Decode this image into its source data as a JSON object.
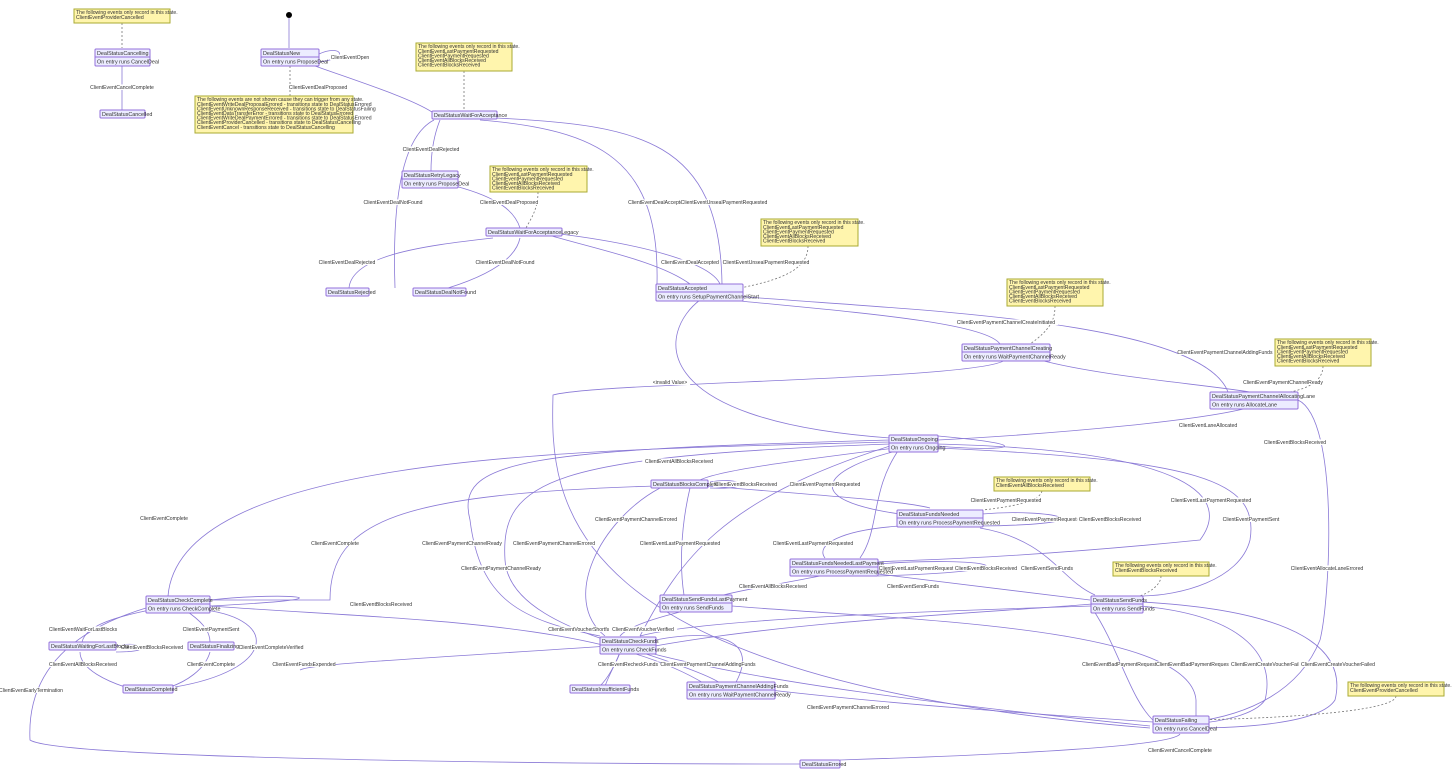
{
  "states": [
    {
      "id": "cancelling",
      "title": "DealStatusCancelling",
      "entry": "On entry runs CancelDeal"
    },
    {
      "id": "new",
      "title": "DealStatusNew",
      "entry": "On entry runs ProposeDeal"
    },
    {
      "id": "cancelled",
      "title": "DealStatusCancelled",
      "entry": ""
    },
    {
      "id": "wfa",
      "title": "DealStatusWaitForAcceptance",
      "entry": ""
    },
    {
      "id": "retry",
      "title": "DealStatusRetryLegacy",
      "entry": "On entry runs ProposeDeal"
    },
    {
      "id": "wfal",
      "title": "DealStatusWaitForAcceptanceLegacy",
      "entry": ""
    },
    {
      "id": "rejected",
      "title": "DealStatusRejected",
      "entry": ""
    },
    {
      "id": "notfound",
      "title": "DealStatusDealNotFound",
      "entry": ""
    },
    {
      "id": "accepted",
      "title": "DealStatusAccepted",
      "entry": "On entry runs SetupPaymentChannelStart"
    },
    {
      "id": "pccreating",
      "title": "DealStatusPaymentChannelCreating",
      "entry": "On entry runs WaitPaymentChannelReady"
    },
    {
      "id": "pcalloc",
      "title": "DealStatusPaymentChannelAllocatingLane",
      "entry": "On entry runs AllocateLane"
    },
    {
      "id": "ongoing",
      "title": "DealStatusOngoing",
      "entry": "On entry runs Ongoing"
    },
    {
      "id": "blockscomplete",
      "title": "DealStatusBlocksComplete",
      "entry": ""
    },
    {
      "id": "fundsneeded",
      "title": "DealStatusFundsNeeded",
      "entry": "On entry runs ProcessPaymentRequested"
    },
    {
      "id": "fundsneededlast",
      "title": "DealStatusFundsNeededLastPayment",
      "entry": "On entry runs ProcessPaymentRequested"
    },
    {
      "id": "sendfundslast",
      "title": "DealStatusSendFundsLastPayment",
      "entry": "On entry runs SendFunds"
    },
    {
      "id": "sendfunds",
      "title": "DealStatusSendFunds",
      "entry": "On entry runs SendFunds"
    },
    {
      "id": "checkcomplete",
      "title": "DealStatusCheckComplete",
      "entry": "On entry runs CheckComplete"
    },
    {
      "id": "waitinglast",
      "title": "DealStatusWaitingForLastBlocks",
      "entry": ""
    },
    {
      "id": "finalizing",
      "title": "DealStatusFinalizing",
      "entry": ""
    },
    {
      "id": "completed",
      "title": "DealStatusCompleted",
      "entry": ""
    },
    {
      "id": "checkfunds",
      "title": "DealStatusCheckFunds",
      "entry": "On entry runs CheckFunds"
    },
    {
      "id": "insufficient",
      "title": "DealStatusInsufficientFunds",
      "entry": ""
    },
    {
      "id": "pcadding",
      "title": "DealStatusPaymentChannelAddingFunds",
      "entry": "On entry runs WaitPaymentChannelReady"
    },
    {
      "id": "failing",
      "title": "DealStatusFailing",
      "entry": "On entry runs CancelDeal"
    },
    {
      "id": "errored",
      "title": "DealStatusErrored",
      "entry": ""
    }
  ],
  "notes": [
    {
      "id": "n-cancelling",
      "lines": [
        "The following events only record in this state.",
        "ClientEventProviderCancelled"
      ]
    },
    {
      "id": "n-wfa",
      "lines": [
        "The following events only record in this state.",
        "ClientEventLastPaymentRequested",
        "ClientEventPaymentRequested",
        "ClientEventAllBlocksReceived",
        "ClientEventBlocksReceived"
      ]
    },
    {
      "id": "n-new",
      "lines": [
        "The following events are not shown cause they can trigger from any state.",
        "ClientEventWriteDealProposalErrored - transitions state to DealStatusErrored",
        "ClientEventUnknownResponseReceived - transitions state to DealStatusFailing",
        "ClientEventDataTransferError - transitions state to DealStatusErrored",
        "ClientEventWriteDealPaymentErrored - transitions state to DealStatusErrored",
        "ClientEventProviderCancelled - transitions state to DealStatusCancelling",
        "ClientEventCancel - transitions state to DealStatusCancelling"
      ]
    },
    {
      "id": "n-wfal",
      "lines": [
        "The following events only record in this state.",
        "ClientEventLastPaymentRequested",
        "ClientEventPaymentRequested",
        "ClientEventAllBlocksReceived",
        "ClientEventBlocksReceived"
      ]
    },
    {
      "id": "n-accepted",
      "lines": [
        "The following events only record in this state.",
        "ClientEventLastPaymentRequested",
        "ClientEventPaymentRequested",
        "ClientEventAllBlocksReceived",
        "ClientEventBlocksReceived"
      ]
    },
    {
      "id": "n-pccreating",
      "lines": [
        "The following events only record in this state.",
        "ClientEventLastPaymentRequested",
        "ClientEventPaymentRequested",
        "ClientEventAllBlocksReceived",
        "ClientEventBlocksReceived"
      ]
    },
    {
      "id": "n-pcalloc",
      "lines": [
        "The following events only record in this state.",
        "ClientEventLastPaymentRequested",
        "ClientEventPaymentRequested",
        "ClientEventAllBlocksReceived",
        "ClientEventBlocksReceived"
      ]
    },
    {
      "id": "n-fundsneeded",
      "lines": [
        "The following events only record in this state.",
        "ClientEventAllBlocksReceived"
      ]
    },
    {
      "id": "n-sendfunds",
      "lines": [
        "The following events only record in this state.",
        "ClientEventBlocksReceived"
      ]
    },
    {
      "id": "n-failing",
      "lines": [
        "The following events only record in this state.",
        "ClientEventProviderCancelled"
      ]
    }
  ],
  "edge_labels": [
    {
      "id": "l-open",
      "text": "ClientEventOpen"
    },
    {
      "id": "l-cancelcomplete",
      "text": "ClientEventCancelComplete"
    },
    {
      "id": "l-dealproposed",
      "text": "ClientEventDealProposed"
    },
    {
      "id": "l-dealrejected",
      "text": "ClientEventDealRejected"
    },
    {
      "id": "l-dealnotfound",
      "text": "ClientEventDealNotFound"
    },
    {
      "id": "l-dealproposed2",
      "text": "ClientEventDealProposed"
    },
    {
      "id": "l-dealaccepted",
      "text": "ClientEventDealAccepted"
    },
    {
      "id": "l-unseal",
      "text": "ClientEventUnsealPaymentRequested"
    },
    {
      "id": "l-dealrejected2",
      "text": "ClientEventDealRejected"
    },
    {
      "id": "l-dealnotfound2",
      "text": "ClientEventDealNotFound"
    },
    {
      "id": "l-dealaccepted2",
      "text": "ClientEventDealAccepted"
    },
    {
      "id": "l-unseal2",
      "text": "ClientEventUnsealPaymentRequested"
    },
    {
      "id": "l-pccreateinit",
      "text": "ClientEventPaymentChannelCreateInitiated"
    },
    {
      "id": "l-pcadding",
      "text": "ClientEventPaymentChannelAddingFunds"
    },
    {
      "id": "l-invalid",
      "text": "<invalid Value>"
    },
    {
      "id": "l-pcready",
      "text": "ClientEventPaymentChannelReady"
    },
    {
      "id": "l-laneallocated",
      "text": "ClientEventLaneAllocated"
    },
    {
      "id": "l-blocksreceived",
      "text": "ClientEventBlocksReceived"
    },
    {
      "id": "l-allblocks",
      "text": "ClientEventAllBlocksReceived"
    },
    {
      "id": "l-blocksreceived2",
      "text": "ClientEventBlocksReceived"
    },
    {
      "id": "l-paymentrequested",
      "text": "ClientEventPaymentRequested"
    },
    {
      "id": "l-paymentrequested2",
      "text": "ClientEventPaymentRequested"
    },
    {
      "id": "l-lastpayment",
      "text": "ClientEventLastPaymentRequested"
    },
    {
      "id": "l-complete",
      "text": "ClientEventComplete"
    },
    {
      "id": "l-pcerrored",
      "text": "ClientEventPaymentChannelErrored"
    },
    {
      "id": "l-paymentrequested3",
      "text": "ClientEventPaymentRequested"
    },
    {
      "id": "l-blocksreceived3",
      "text": "ClientEventBlocksReceived"
    },
    {
      "id": "l-paymentsent",
      "text": "ClientEventPaymentSent"
    },
    {
      "id": "l-complete2",
      "text": "ClientEventComplete"
    },
    {
      "id": "l-pcready2",
      "text": "ClientEventPaymentChannelReady"
    },
    {
      "id": "l-pcerrored2",
      "text": "ClientEventPaymentChannelErrored"
    },
    {
      "id": "l-lastpayment2",
      "text": "ClientEventLastPaymentRequested"
    },
    {
      "id": "l-lastpayment3",
      "text": "ClientEventLastPaymentRequested"
    },
    {
      "id": "l-pcready3",
      "text": "ClientEventPaymentChannelReady"
    },
    {
      "id": "l-lastpayment4",
      "text": "ClientEventLastPaymentRequested"
    },
    {
      "id": "l-blocksreceived4",
      "text": "ClientEventBlocksReceived"
    },
    {
      "id": "l-sendfunds",
      "text": "ClientEventSendFunds"
    },
    {
      "id": "l-allblocks2",
      "text": "ClientEventAllBlocksReceived"
    },
    {
      "id": "l-sendfunds2",
      "text": "ClientEventSendFunds"
    },
    {
      "id": "l-allocatelaneerr",
      "text": "ClientEventAllocateLaneErrored"
    },
    {
      "id": "l-blocksreceived5",
      "text": "ClientEventBlocksReceived"
    },
    {
      "id": "l-waitlast",
      "text": "ClientEventWaitForLastBlocks"
    },
    {
      "id": "l-paymentsent2",
      "text": "ClientEventPaymentSent"
    },
    {
      "id": "l-completeverified",
      "text": "ClientEventCompleteVerified"
    },
    {
      "id": "l-voucherfail",
      "text": "ClientEventVoucherShortfall"
    },
    {
      "id": "l-voucherok",
      "text": "ClientEventVoucherVerified"
    },
    {
      "id": "l-blocksreceived6",
      "text": "ClientEventBlocksReceived"
    },
    {
      "id": "l-allblocks3",
      "text": "ClientEventAllBlocksReceived"
    },
    {
      "id": "l-complete3",
      "text": "ClientEventComplete"
    },
    {
      "id": "l-fundsexpended",
      "text": "ClientEventFundsExpended"
    },
    {
      "id": "l-recheck",
      "text": "ClientEventRecheckFunds"
    },
    {
      "id": "l-pcadding2",
      "text": "ClientEventPaymentChannelAddingFunds"
    },
    {
      "id": "l-badpay",
      "text": "ClientEventBadPaymentRequested"
    },
    {
      "id": "l-badpay2",
      "text": "ClientEventBadPaymentRequested"
    },
    {
      "id": "l-voucherfailed",
      "text": "ClientEventCreateVoucherFailed"
    },
    {
      "id": "l-voucherfailed2",
      "text": "ClientEventCreateVoucherFailed"
    },
    {
      "id": "l-earlyterm",
      "text": "ClientEventEarlyTermination"
    },
    {
      "id": "l-pcerrored3",
      "text": "ClientEventPaymentChannelErrored"
    },
    {
      "id": "l-cancelcomplete2",
      "text": "ClientEventCancelComplete"
    }
  ]
}
